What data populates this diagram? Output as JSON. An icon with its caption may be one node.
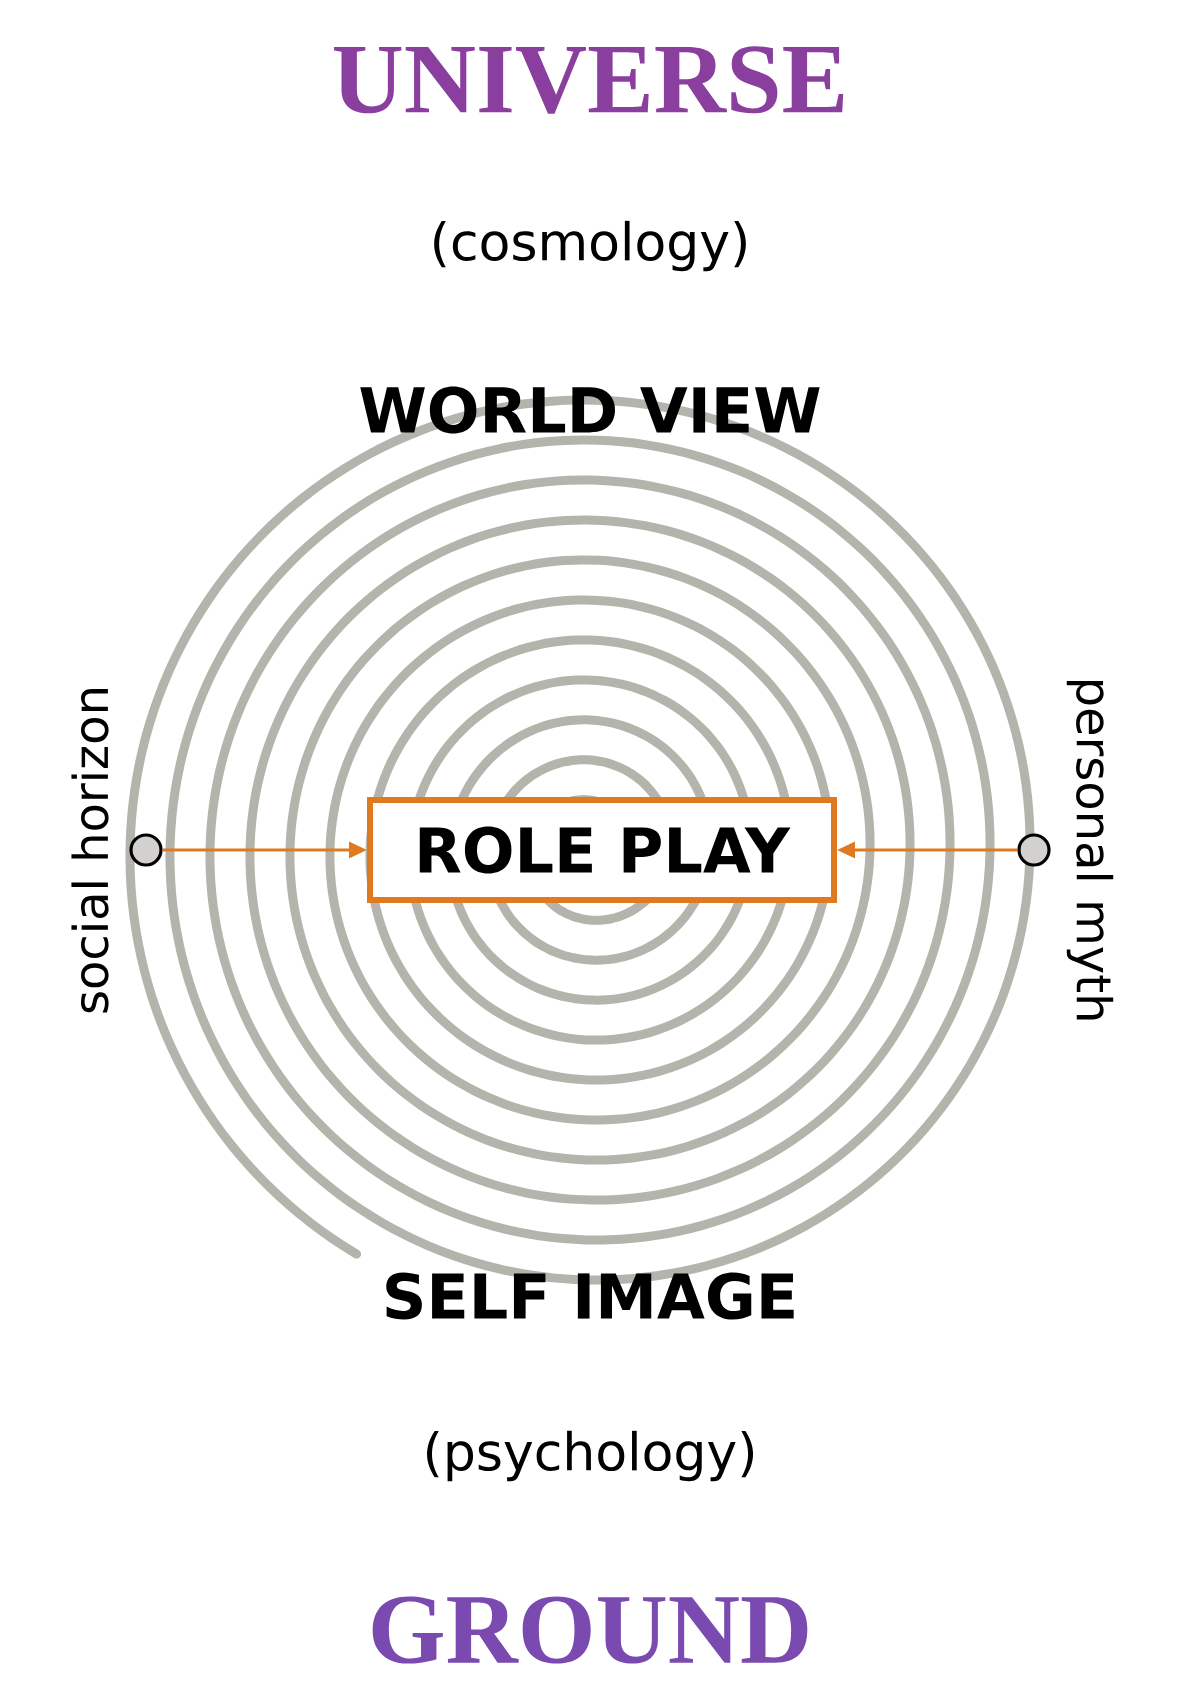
{
  "diagram": {
    "nodes": [
      {
        "text": [
          "ROLE PLAY"
        ]
      },
      {
        "text": [],
        "shape": "circle"
      },
      {
        "text": [],
        "shape": "circle"
      }
    ],
    "edges": [
      {
        "from": 1,
        "to": 0,
        "arrow": "to",
        "color": "#e07a20"
      },
      {
        "from": 2,
        "to": 0,
        "arrow": "to",
        "color": "#e07a20"
      }
    ],
    "labels": [
      "UNIVERSE",
      "(cosmology)",
      "WORLD VIEW",
      "social horizon",
      "personal myth",
      "SELF IMAGE",
      "(psychology)",
      "GROUND"
    ]
  }
}
